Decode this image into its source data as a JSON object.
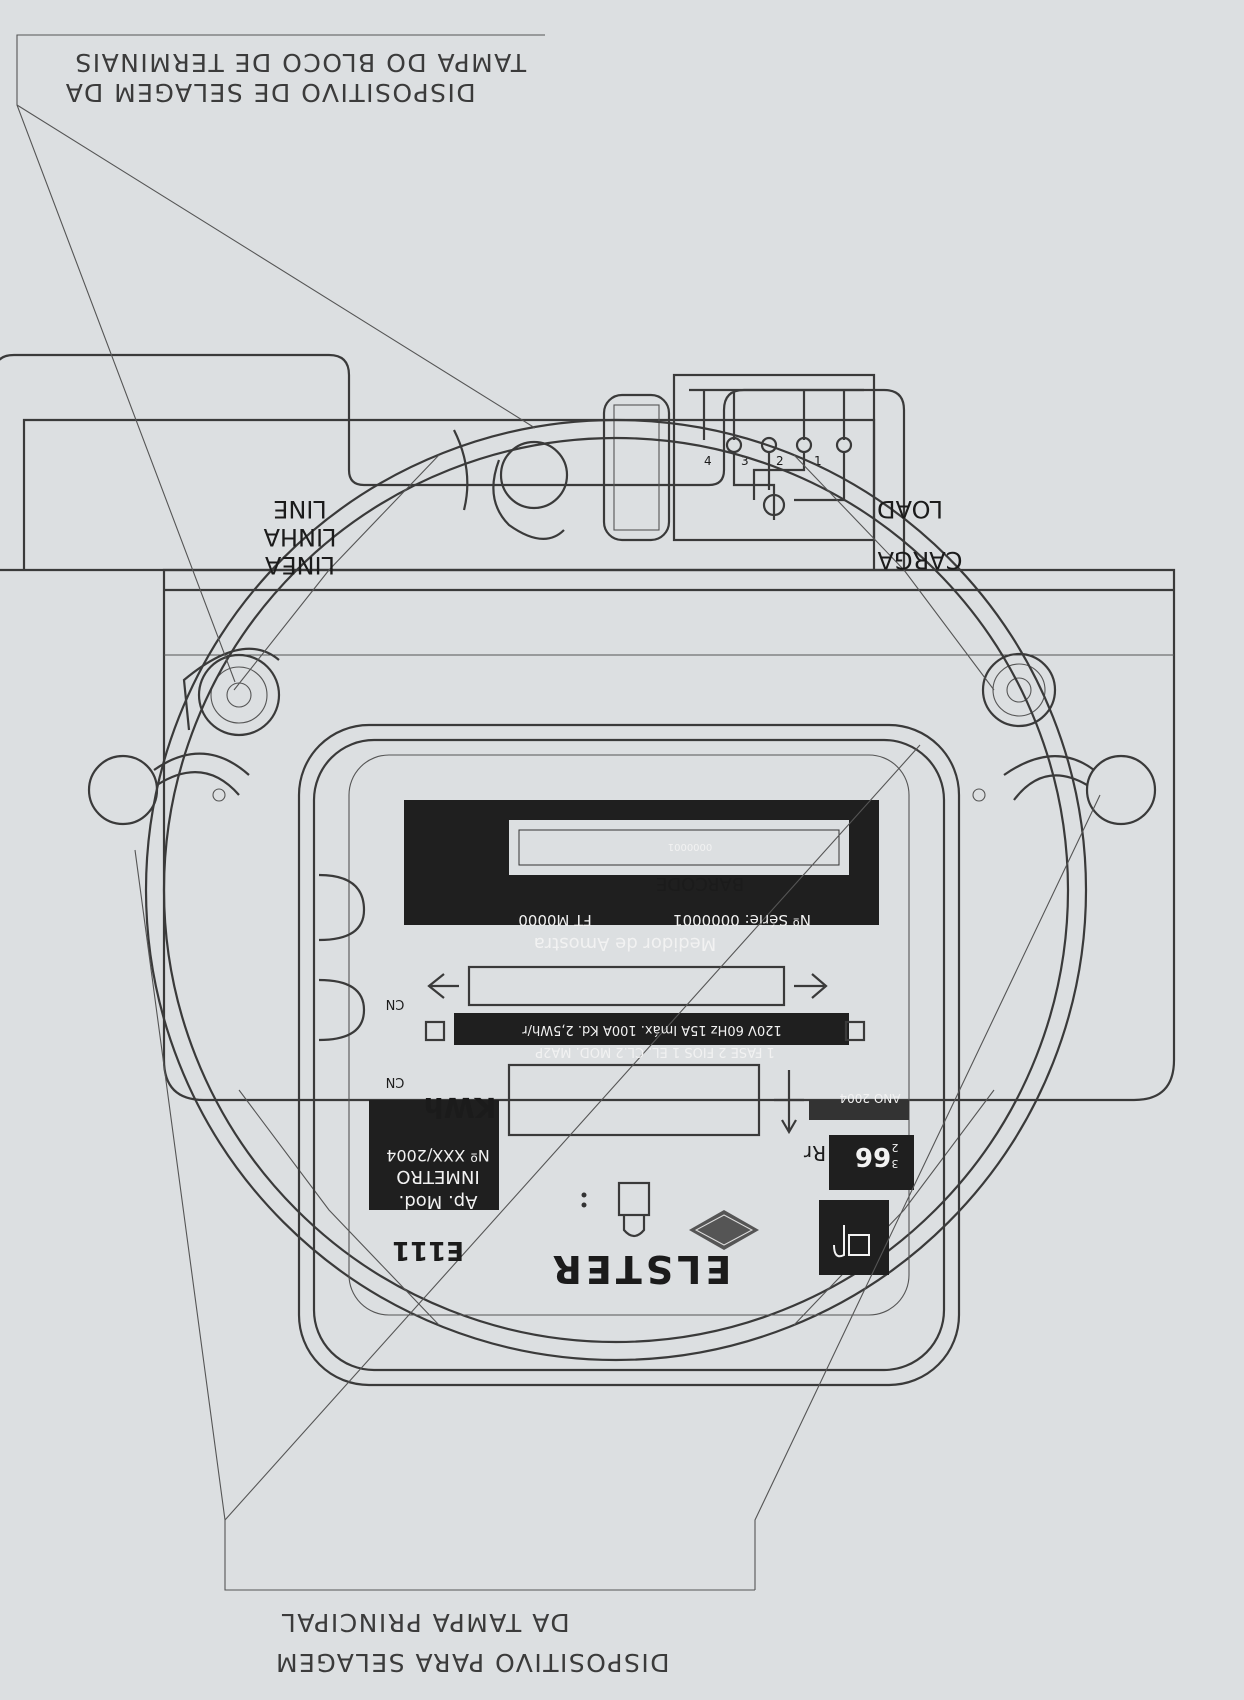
{
  "callouts": {
    "terminal_cover_seal_line1": "DISPOSITIVO DE SELAGEM DA",
    "terminal_cover_seal_line2": "TAMPA DO BLOCO DE TERMINAIS",
    "main_cover_seal_line1": "DISPOSITIVO PARA SELAGEM",
    "main_cover_seal_line2": "DA TAMPA PRINCIPAL"
  },
  "terminal_block": {
    "line_labels": [
      "LINE",
      "LINHA",
      "LINEA"
    ],
    "load_labels": [
      "LOAD",
      "CARGA"
    ],
    "terminal_numbers": [
      "1",
      "2",
      "3",
      "4"
    ]
  },
  "nameplate": {
    "serial_small": "0000001",
    "barcode": "BARCODE",
    "ft_code": "FT M0000",
    "serial_label": "Nº Série: 0000001",
    "sample_label": "Medidor de Amostra",
    "spec_line1": "120V 60Hz 15A Imáx. 100A Kd. 2,5Wh/r",
    "spec_line2": "1 FASE 2 FIOS 1 EL. CL.2 MOD. MA2P",
    "unit": "KWh",
    "year": "ANO 2004",
    "rr_label": "Rr",
    "rr_value": "66",
    "rr_fraction_num": "2",
    "rr_fraction_den": "3",
    "approval_line1": "Ap. Mod.",
    "approval_line2": "INMETRO",
    "approval_line3": "Nº XXX/2004",
    "model": "E111",
    "brand": "ELSTER",
    "cn_label": "CN"
  },
  "colors": {
    "plate_dark": "#1f1f1f",
    "line": "#3a3a3a",
    "background": "#dcdfe1"
  }
}
